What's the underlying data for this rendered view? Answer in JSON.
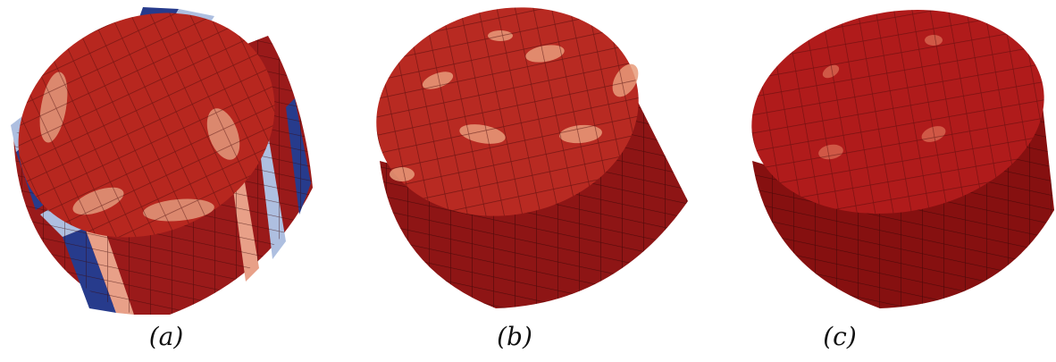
{
  "panels": [
    {
      "id": "a",
      "caption": "(a)",
      "top": "#b7271f",
      "side": "#9a1a1a",
      "patch": "#e29a7c",
      "stripes": [
        "#273b8c",
        "#aebfe0",
        "#e8a088",
        "#c85a44"
      ]
    },
    {
      "id": "b",
      "caption": "(b)",
      "top": "#b82a22",
      "side": "#8e1515",
      "patch": "#e79b7a",
      "stripes": []
    },
    {
      "id": "c",
      "caption": "(c)",
      "top": "#b01b1b",
      "side": "#861010",
      "patch": "#d6634d",
      "stripes": []
    }
  ]
}
